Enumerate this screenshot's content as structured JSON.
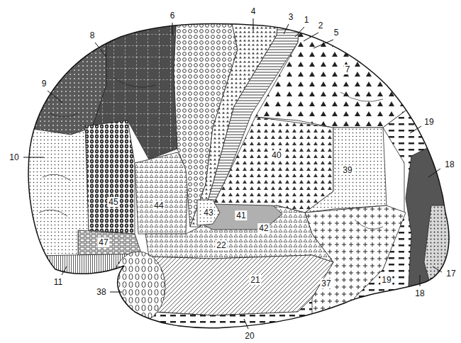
{
  "diagram": {
    "labels": [
      "4",
      "6",
      "3",
      "1",
      "2",
      "5",
      "8",
      "7",
      "9",
      "19",
      "40",
      "10",
      "18",
      "39",
      "45",
      "44",
      "43",
      "41",
      "42",
      "47",
      "22",
      "17",
      "21",
      "11",
      "38",
      "37",
      "19",
      "18",
      "20"
    ]
  }
}
